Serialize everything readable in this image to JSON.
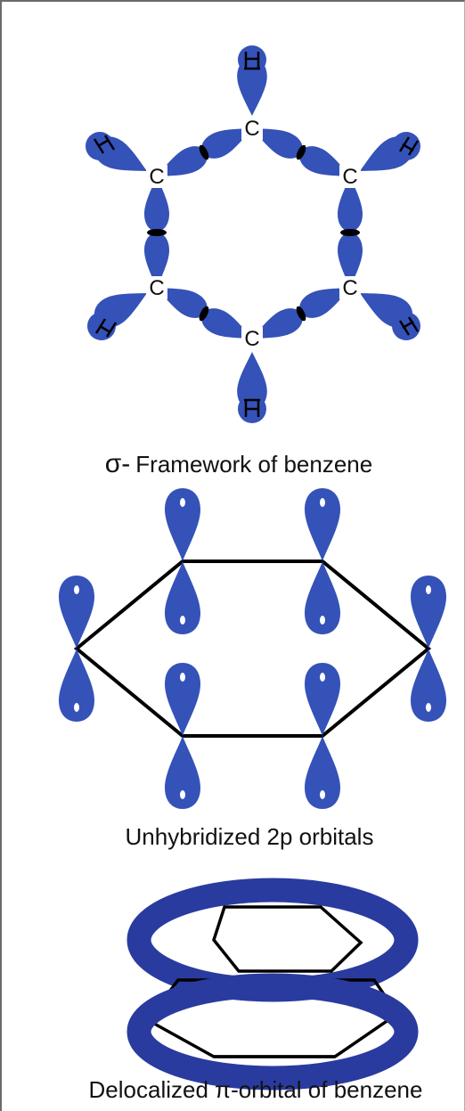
{
  "colors": {
    "orbital": "#3452b8",
    "torus": "#2a3b9f",
    "line": "#000000"
  },
  "section1": {
    "atom_label": "C",
    "caption_symbol": "σ-",
    "caption_text": "Framework of benzene"
  },
  "section2": {
    "caption": "Unhybridized 2p orbitals"
  },
  "section3": {
    "caption": "Delocalized π-orbital of benzene"
  }
}
